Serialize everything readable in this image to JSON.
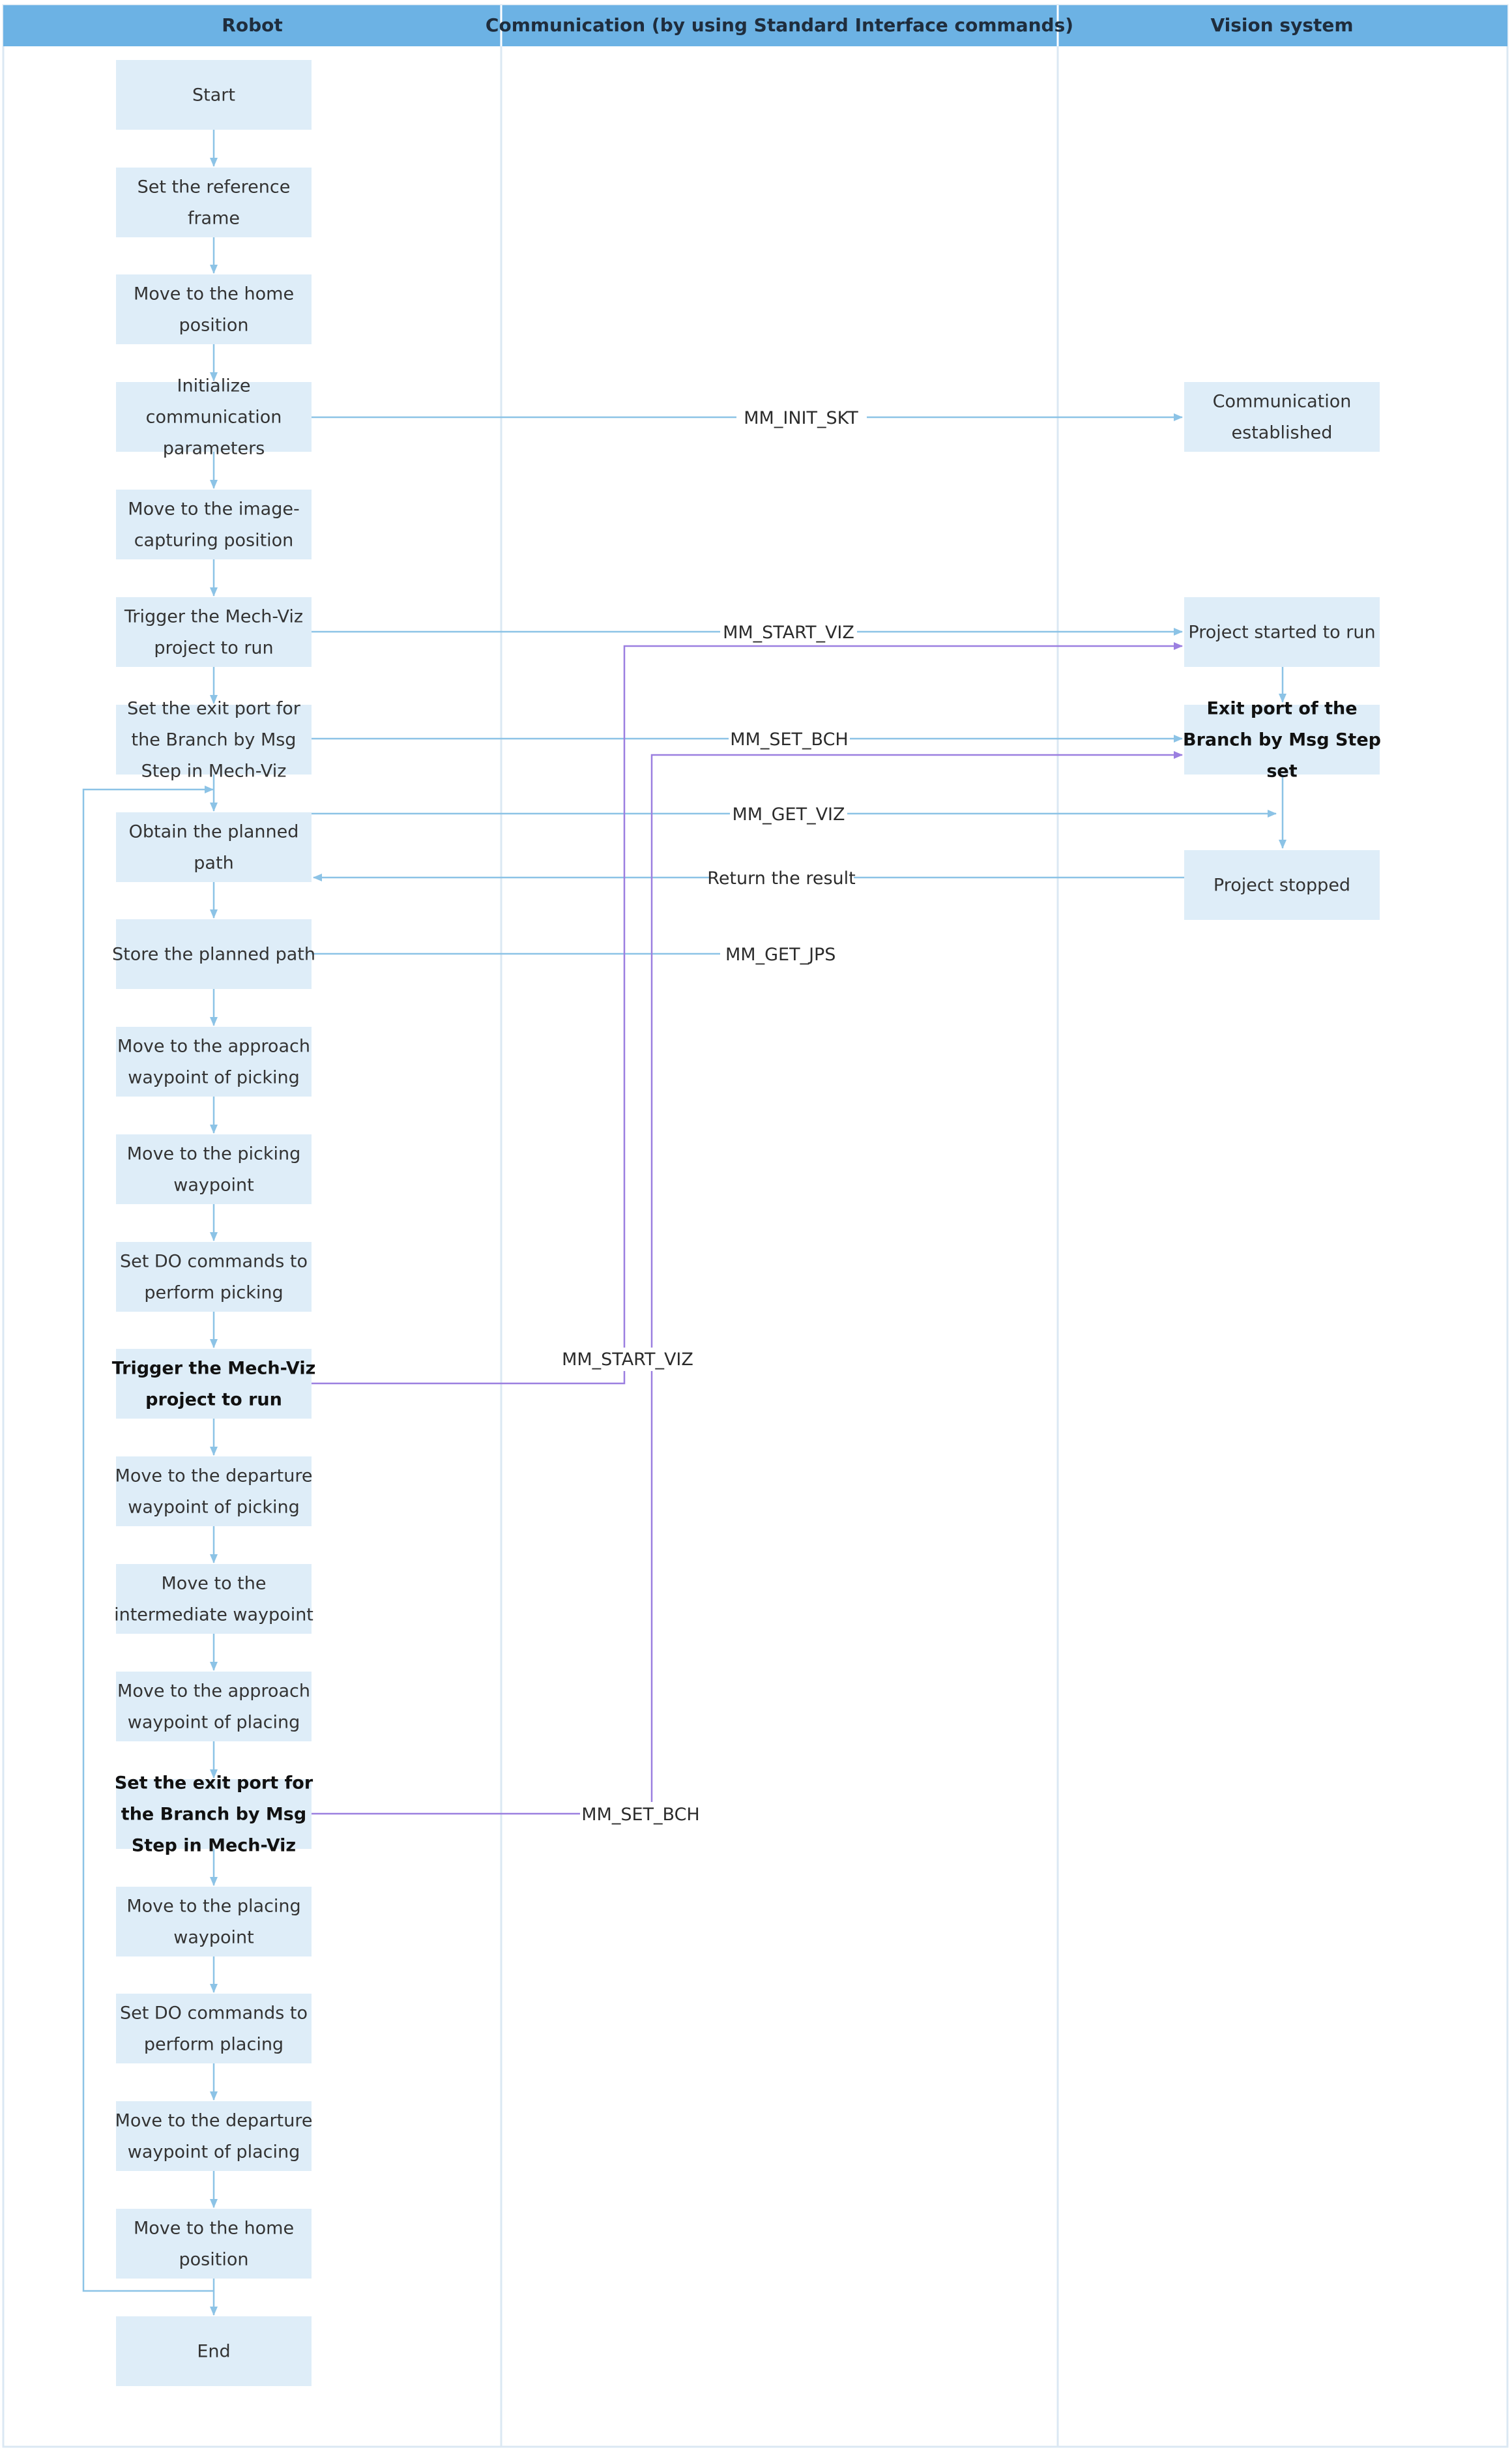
{
  "lanes": [
    {
      "key": "robot",
      "title": "Robot"
    },
    {
      "key": "comm",
      "title": "Communication (by using Standard Interface commands)"
    },
    {
      "key": "vision",
      "title": "Vision system"
    }
  ],
  "robot_nodes": [
    {
      "id": "start",
      "name": "node-start",
      "lines": [
        "Start"
      ]
    },
    {
      "id": "ref_frame",
      "name": "node-set-reference-frame",
      "lines": [
        "Set the reference",
        "frame"
      ]
    },
    {
      "id": "home1",
      "name": "node-move-home-1",
      "lines": [
        "Move to the home",
        "position"
      ]
    },
    {
      "id": "init_comm",
      "name": "node-init-communication",
      "lines": [
        "Initialize",
        "communication",
        "parameters"
      ]
    },
    {
      "id": "img_pos",
      "name": "node-move-image-capturing",
      "lines": [
        "Move to the image-",
        "capturing position"
      ]
    },
    {
      "id": "trigger1",
      "name": "node-trigger-mechviz-1",
      "lines": [
        "Trigger the Mech-Viz",
        "project to run"
      ]
    },
    {
      "id": "exitport1",
      "name": "node-set-exit-port-1",
      "lines": [
        "Set the exit port for",
        "the Branch by Msg",
        "Step in Mech-Viz"
      ]
    },
    {
      "id": "obtain_path",
      "name": "node-obtain-planned-path",
      "lines": [
        "Obtain the planned",
        "path"
      ]
    },
    {
      "id": "store_path",
      "name": "node-store-planned-path",
      "lines": [
        "Store the planned path"
      ]
    },
    {
      "id": "approach_pick",
      "name": "node-move-approach-picking",
      "lines": [
        "Move to the approach",
        "waypoint of picking"
      ]
    },
    {
      "id": "pick_wp",
      "name": "node-move-picking-waypoint",
      "lines": [
        "Move to the picking",
        "waypoint"
      ]
    },
    {
      "id": "do_pick",
      "name": "node-set-do-picking",
      "lines": [
        "Set DO commands to",
        "perform picking"
      ]
    },
    {
      "id": "trigger2",
      "name": "node-trigger-mechviz-2",
      "lines": [
        "Trigger the Mech-Viz",
        "project to run"
      ],
      "bold": true
    },
    {
      "id": "depart_pick",
      "name": "node-move-departure-picking",
      "lines": [
        "Move to the departure",
        "waypoint of picking"
      ]
    },
    {
      "id": "intermediate",
      "name": "node-move-intermediate",
      "lines": [
        "Move to the",
        "intermediate waypoint"
      ]
    },
    {
      "id": "approach_place",
      "name": "node-move-approach-placing",
      "lines": [
        "Move to the approach",
        "waypoint of placing"
      ]
    },
    {
      "id": "exitport2",
      "name": "node-set-exit-port-2",
      "lines": [
        "Set the exit port for",
        "the Branch by Msg",
        "Step in Mech-Viz"
      ],
      "bold": true
    },
    {
      "id": "place_wp",
      "name": "node-move-placing-waypoint",
      "lines": [
        "Move to the placing",
        "waypoint"
      ]
    },
    {
      "id": "do_place",
      "name": "node-set-do-placing",
      "lines": [
        "Set DO commands to",
        "perform placing"
      ]
    },
    {
      "id": "depart_place",
      "name": "node-move-departure-placing",
      "lines": [
        "Move to the departure",
        "waypoint of placing"
      ]
    },
    {
      "id": "home2",
      "name": "node-move-home-2",
      "lines": [
        "Move to the home",
        "position"
      ]
    },
    {
      "id": "end",
      "name": "node-end",
      "lines": [
        "End"
      ]
    }
  ],
  "vision_nodes": [
    {
      "id": "comm_est",
      "name": "node-communication-established",
      "lines": [
        "Communication",
        "established"
      ]
    },
    {
      "id": "proj_started",
      "name": "node-project-started",
      "lines": [
        "Project started to run"
      ]
    },
    {
      "id": "exit_set",
      "name": "node-exit-port-set",
      "lines": [
        "Exit port of the",
        "Branch by Msg Step",
        "set"
      ],
      "bold": true
    },
    {
      "id": "proj_stopped",
      "name": "node-project-stopped",
      "lines": [
        "Project stopped"
      ]
    }
  ],
  "messages": {
    "init_skt": "MM_INIT_SKT",
    "start_viz": "MM_START_VIZ",
    "set_bch": "MM_SET_BCH",
    "get_viz": "MM_GET_VIZ",
    "return_result": "Return the result",
    "get_jps": "MM_GET_JPS",
    "start_viz_2": "MM_START_VIZ",
    "set_bch_2": "MM_SET_BCH"
  },
  "colors": {
    "header_fill": "#6cb2e4",
    "node_fill": "#deedf8",
    "arrow_blue": "#8cc3e6",
    "arrow_purple": "#9b7fe0",
    "lane_border": "#dbe8f3"
  }
}
